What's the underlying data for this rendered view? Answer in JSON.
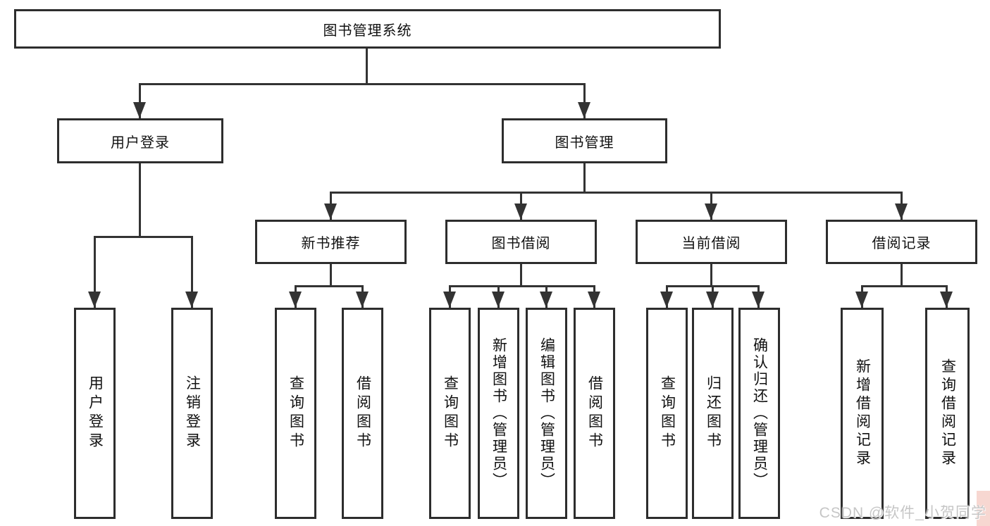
{
  "diagram": {
    "root": {
      "label": "图书管理系统"
    },
    "level2": [
      {
        "label": "用户登录"
      },
      {
        "label": "图书管理"
      }
    ],
    "level3": [
      {
        "label": "新书推荐"
      },
      {
        "label": "图书借阅"
      },
      {
        "label": "当前借阅"
      },
      {
        "label": "借阅记录"
      }
    ],
    "leaves": {
      "user_login": [
        "用户登录",
        "注销登录"
      ],
      "new_books": [
        "查询图书",
        "借阅图书"
      ],
      "book_borrow": [
        "查询图书",
        "新增图书（管理员）",
        "编辑图书（管理员）",
        "借阅图书"
      ],
      "current_borrow": [
        "查询图书",
        "归还图书",
        "确认归还（管理员）"
      ],
      "borrow_records": [
        "新增借阅记录",
        "查询借阅记录"
      ]
    }
  },
  "watermark": {
    "text": "CSDN @软件_小贺同学"
  },
  "colors": {
    "line": "#333333",
    "border": "#2d2d2d",
    "text": "#111111",
    "watermark": "#c6c6c6",
    "edge_tint": "#f6d0c9",
    "background": "#ffffff"
  }
}
